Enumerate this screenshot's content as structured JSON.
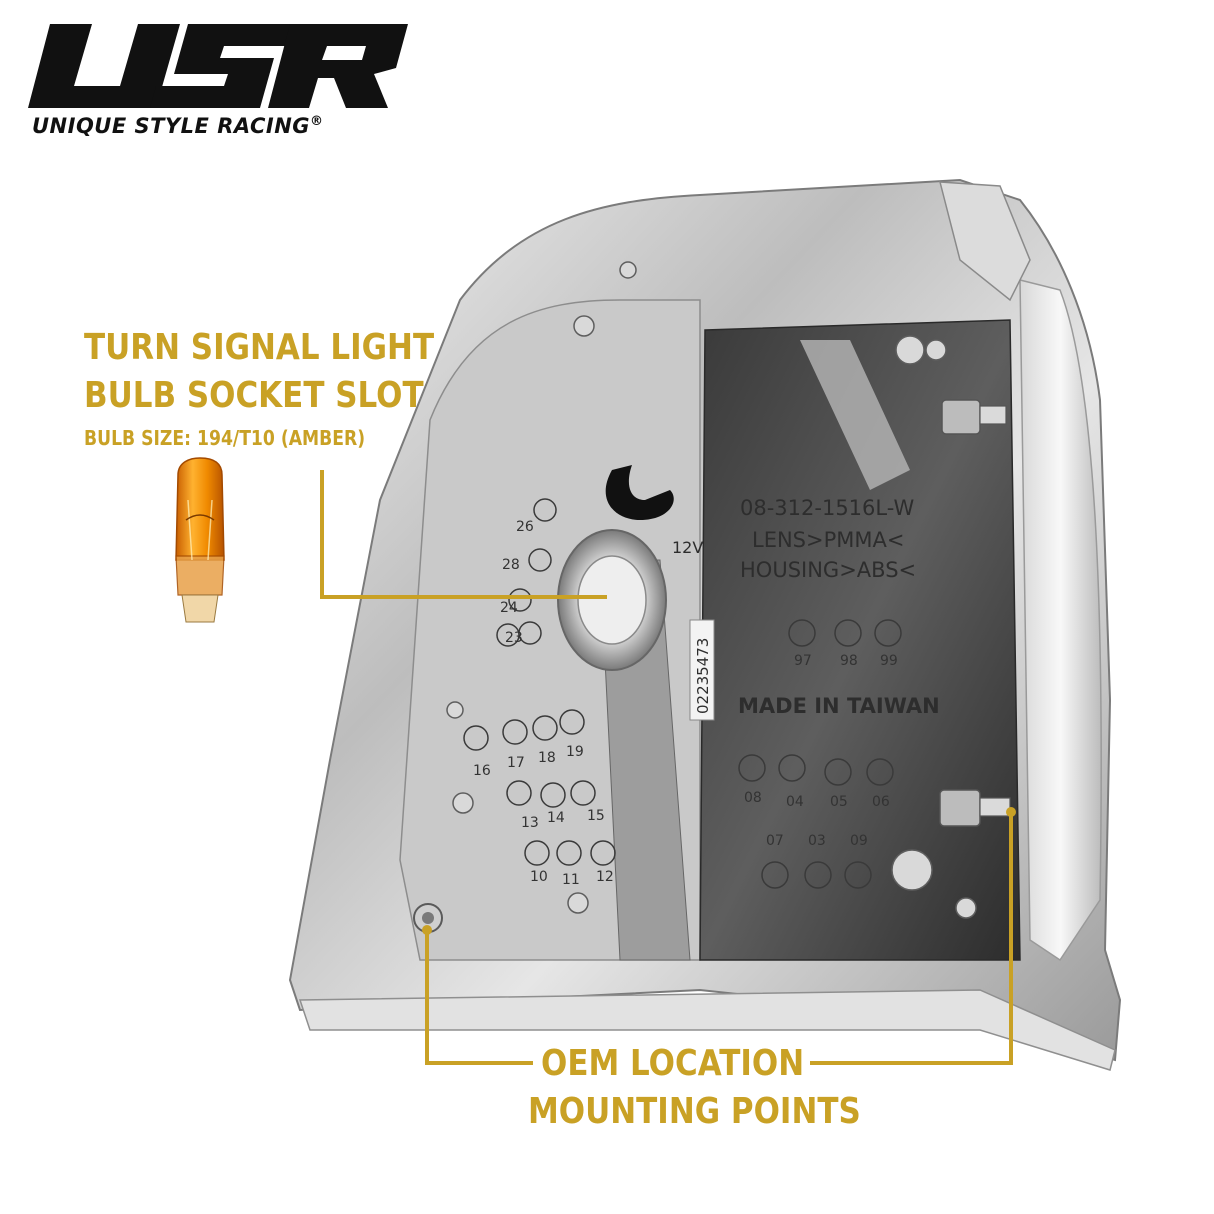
{
  "brand": {
    "logo_text": "USR",
    "tagline": "UNIQUE STYLE RACING",
    "registered_mark": "®"
  },
  "callouts": {
    "bulb_socket": {
      "line1": "TURN SIGNAL LIGHT",
      "line2": "BULB SOCKET SLOT",
      "subtitle": "BULB SIZE: 194/T10 (AMBER)"
    },
    "mounting": {
      "line1": "OEM LOCATION",
      "line2": "MOUNTING POINTS"
    }
  },
  "lamp_markings": {
    "part_number": "08-312-1516L-W",
    "lens_material": "LENS>PMMA<",
    "housing_material": "HOUSING>ABS<",
    "origin": "MADE IN TAIWAN",
    "voltage": "12V",
    "sticker": "02235473",
    "clock_labels_top": [
      "97",
      "98",
      "99"
    ],
    "clock_labels_right": [
      "08",
      "04",
      "05",
      "06",
      "07",
      "03",
      "09"
    ],
    "clock_labels_left": [
      "26",
      "28",
      "24",
      "23",
      "16",
      "17",
      "18",
      "19",
      "13",
      "14",
      "15",
      "10",
      "11",
      "12"
    ]
  },
  "colors": {
    "accent_gold": "#c9a125",
    "bulb_amber": "#f08a00",
    "logo_black": "#111111"
  }
}
